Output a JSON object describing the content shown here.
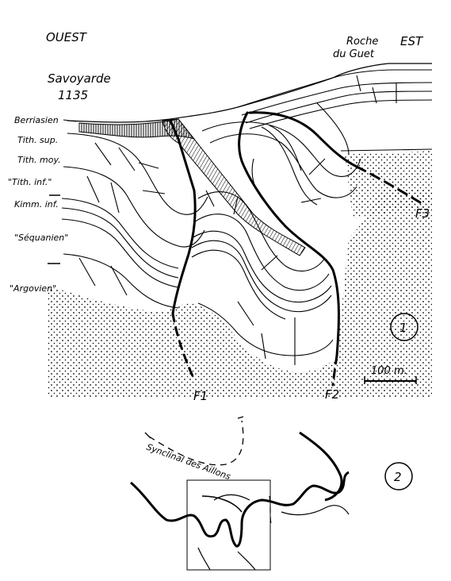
{
  "panel1": {
    "west_label": "OUEST",
    "east_label": "EST",
    "peak_name": "Savoyarde",
    "peak_altitude": "1135",
    "summit_line1": "Roche",
    "summit_line2": "du Guet",
    "strata": [
      "Berriasien",
      "Tith. sup.",
      "Tith. moy.",
      "\"Tith. inf.\"",
      "Kimm. inf.",
      "\"Séquanien\"",
      "\"Argovien\""
    ],
    "faults": [
      "F1",
      "F2",
      "F3"
    ],
    "scale_label": "100 m.",
    "panel_number": "1"
  },
  "panel2": {
    "syncline_label": "Synclinal des Aillons",
    "panel_number": "2"
  }
}
